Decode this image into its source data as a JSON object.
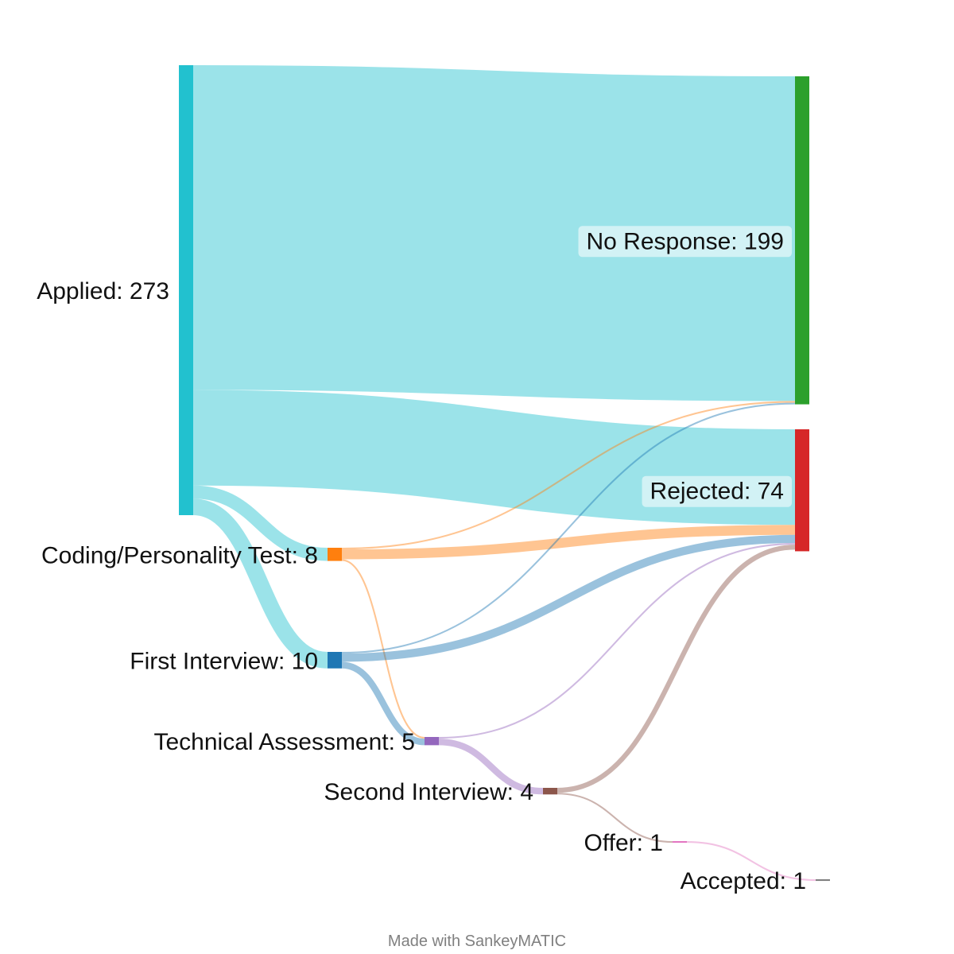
{
  "footer_text": "Made with SankeyMATIC",
  "chart_data": {
    "type": "sankey",
    "nodes": [
      {
        "id": "applied",
        "name": "Applied",
        "value": 273,
        "color": "#22c1cf",
        "label_side": "left"
      },
      {
        "id": "coding",
        "name": "Coding/Personality Test",
        "value": 8,
        "color": "#ff7f0e",
        "label_side": "left"
      },
      {
        "id": "first",
        "name": "First Interview",
        "value": 10,
        "color": "#1f77b4",
        "label_side": "left"
      },
      {
        "id": "tech",
        "name": "Technical Assessment",
        "value": 5,
        "color": "#9467bd",
        "label_side": "left"
      },
      {
        "id": "second",
        "name": "Second Interview",
        "value": 4,
        "color": "#8c564b",
        "label_side": "left"
      },
      {
        "id": "offer",
        "name": "Offer",
        "value": 1,
        "color": "#e377c2",
        "label_side": "left"
      },
      {
        "id": "accepted",
        "name": "Accepted",
        "value": 1,
        "color": "#7f7f7f",
        "label_side": "left"
      },
      {
        "id": "noresp",
        "name": "No Response",
        "value": 199,
        "color": "#2ca02c",
        "label_side": "left-boxed"
      },
      {
        "id": "rejected",
        "name": "Rejected",
        "value": 74,
        "color": "#d62728",
        "label_side": "left-boxed"
      }
    ],
    "links": [
      {
        "source": "applied",
        "target": "noresp",
        "value": 197
      },
      {
        "source": "applied",
        "target": "rejected",
        "value": 58
      },
      {
        "source": "applied",
        "target": "coding",
        "value": 8
      },
      {
        "source": "applied",
        "target": "first",
        "value": 10
      },
      {
        "source": "coding",
        "target": "noresp",
        "value": 1
      },
      {
        "source": "coding",
        "target": "rejected",
        "value": 6
      },
      {
        "source": "coding",
        "target": "tech",
        "value": 1
      },
      {
        "source": "first",
        "target": "noresp",
        "value": 1
      },
      {
        "source": "first",
        "target": "rejected",
        "value": 5
      },
      {
        "source": "first",
        "target": "tech",
        "value": 4
      },
      {
        "source": "tech",
        "target": "rejected",
        "value": 1
      },
      {
        "source": "tech",
        "target": "second",
        "value": 4
      },
      {
        "source": "second",
        "target": "rejected",
        "value": 3
      },
      {
        "source": "second",
        "target": "offer",
        "value": 1
      },
      {
        "source": "offer",
        "target": "accepted",
        "value": 1
      }
    ]
  }
}
